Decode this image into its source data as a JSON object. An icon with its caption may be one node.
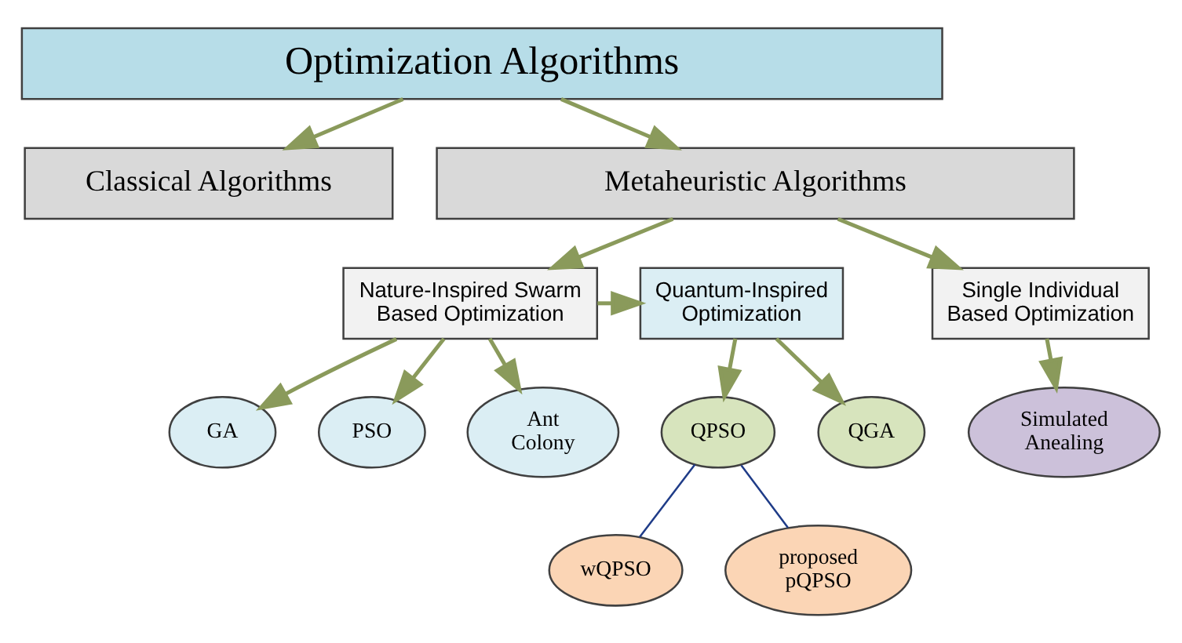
{
  "diagram": {
    "nodes": [
      {
        "text": [
          "Optimization Algorithms"
        ]
      },
      {
        "text": [
          "Classical Algorithms"
        ]
      },
      {
        "text": [
          "Metaheuristic Algorithms"
        ]
      },
      {
        "text": [
          "Quantum-Inspired Optimization"
        ]
      },
      {
        "text": [
          "Nature-Inspired Swarm Based Optimization"
        ]
      },
      {
        "text": [
          "Single Individual Based Optimization"
        ]
      },
      {
        "text": [
          "QGA"
        ]
      },
      {
        "text": [
          "QPSO"
        ]
      },
      {
        "text": [
          "GA"
        ]
      },
      {
        "text": [
          "PSO"
        ]
      },
      {
        "text": [
          "Ant Colony"
        ]
      },
      {
        "text": [
          "Simulated Anealing"
        ]
      },
      {
        "text": [
          "wQPSO"
        ]
      },
      {
        "text": [
          "proposed pQPSO"
        ]
      }
    ],
    "edges": [
      {
        "from": 0,
        "to": 1,
        "arrow": "to"
      },
      {
        "from": 0,
        "to": 2,
        "arrow": "to"
      },
      {
        "from": 2,
        "to": 4,
        "arrow": "to"
      },
      {
        "from": 2,
        "to": 5,
        "arrow": "to"
      },
      {
        "from": 4,
        "to": 3,
        "arrow": "to"
      },
      {
        "from": 3,
        "to": 6,
        "arrow": "to"
      },
      {
        "from": 3,
        "to": 7,
        "arrow": "to"
      },
      {
        "from": 4,
        "to": 8,
        "arrow": "to"
      },
      {
        "from": 4,
        "to": 9,
        "arrow": "to"
      },
      {
        "from": 4,
        "to": 10,
        "arrow": "to"
      },
      {
        "from": 5,
        "to": 11,
        "arrow": "to"
      },
      {
        "from": 7,
        "to": 12,
        "arrow": "none",
        "color": "#1f3c88"
      },
      {
        "from": 7,
        "to": 13,
        "arrow": "none",
        "color": "#1f3c88"
      }
    ]
  }
}
